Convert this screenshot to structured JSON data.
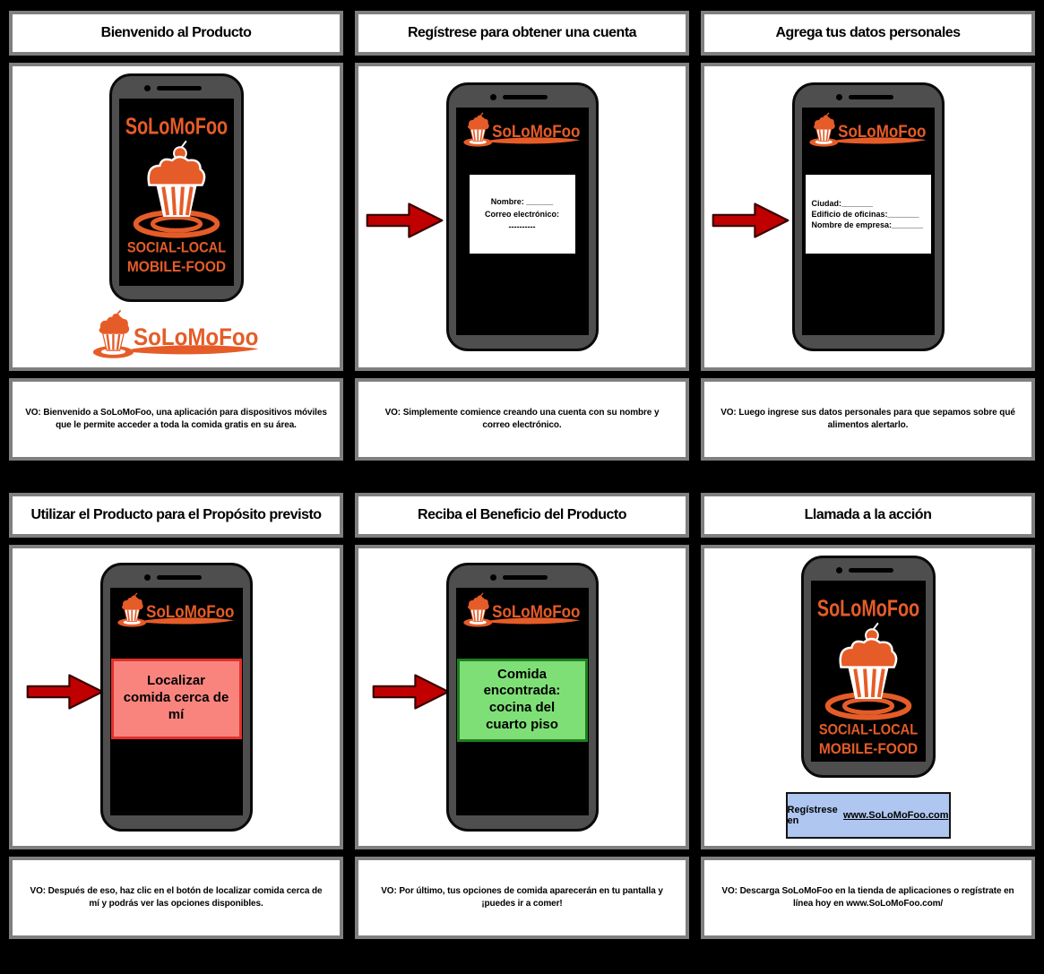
{
  "brand": {
    "name": "SoLoMoFoo",
    "tagline_line1": "SOCIAL-LOCAL",
    "tagline_line2": "MOBILE-FOOD"
  },
  "colors": {
    "logo_orange": "#e55c28",
    "arrow_red": "#c00000",
    "button_pink": "#f9847e",
    "button_pink_border": "#e2302b",
    "box_green": "#7fdf77",
    "box_green_border": "#1e7e1e",
    "box_blue": "#aec6f0",
    "phone_gray": "#4e4e4e",
    "cell_border_gray": "#7f7f7f"
  },
  "panels": [
    {
      "title": "Bienvenido al Producto",
      "caption": "VO: Bienvenido a SoLoMoFoo, una aplicación para dispositivos móviles que le permite acceder a toda la comida gratis en su área."
    },
    {
      "title": "Regístrese para obtener una cuenta",
      "caption": "VO: Simplemente comience creando una cuenta con su nombre y correo electrónico.",
      "form": {
        "line1": "Nombre: ______",
        "line2": "Correo electrónico:",
        "line3": "----------"
      }
    },
    {
      "title": "Agrega tus datos personales",
      "caption": "VO: Luego ingrese sus datos personales para que sepamos sobre qué alimentos alertarlo.",
      "form": {
        "line1": "Ciudad:_______",
        "line2": "Edificio de oficinas:_______",
        "line3": "Nombre de empresa:_______"
      }
    },
    {
      "title": "Utilizar el Producto para el Propósito previsto",
      "caption": "VO: Después de eso, haz clic en el botón de localizar comida cerca de mí y podrás ver las opciones disponibles.",
      "button_label": "Localizar comida cerca de mí"
    },
    {
      "title": "Reciba el Beneficio del Producto",
      "caption": "VO: Por último, tus opciones de comida aparecerán en tu pantalla y ¡puedes ir a comer!",
      "result_label": "Comida encontrada: cocina del cuarto piso"
    },
    {
      "title": "Llamada a la acción",
      "caption": "VO: Descarga SoLoMoFoo en la tienda de aplicaciones o regístrate en línea hoy en www.SoLoMoFoo.com/",
      "cta_prefix": "Regístrese en",
      "cta_link": "www.SoLoMoFoo.com"
    }
  ]
}
